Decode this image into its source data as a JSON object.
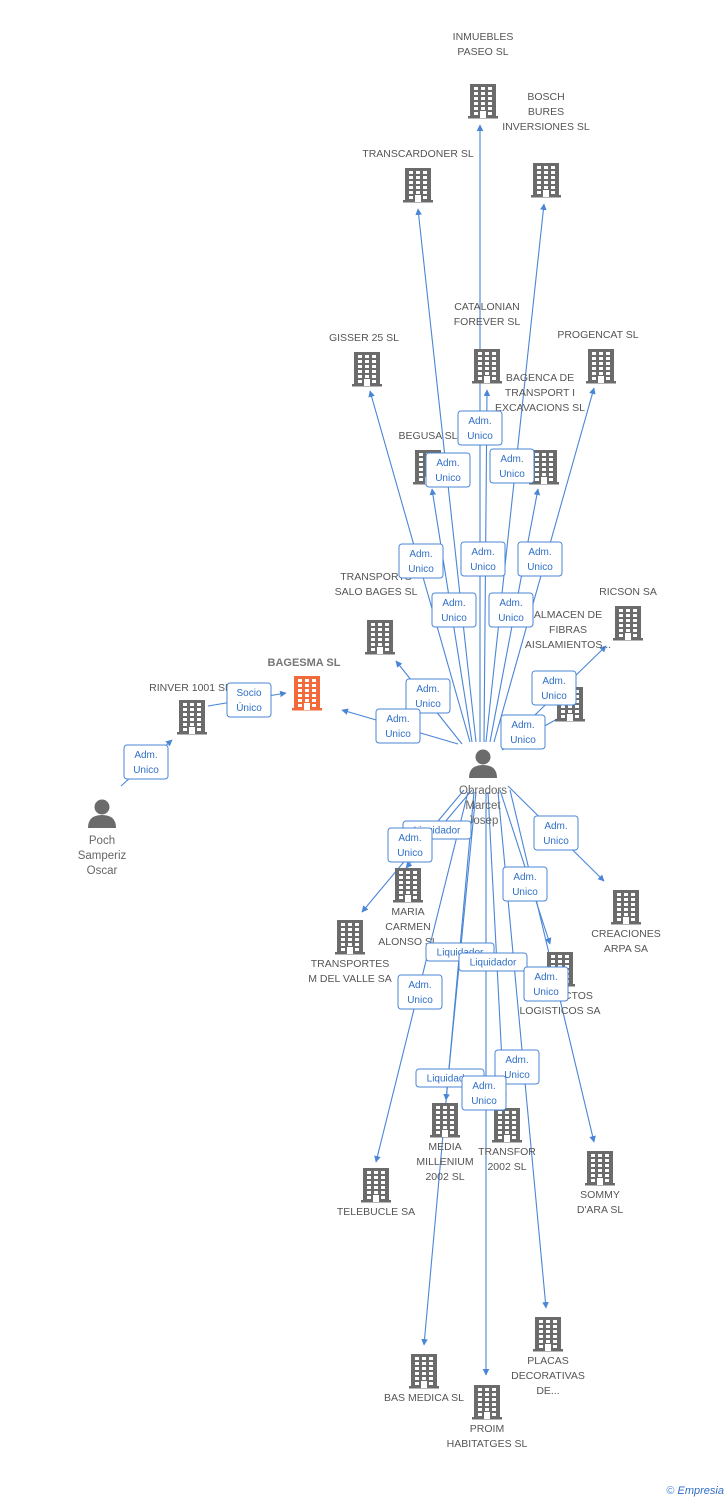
{
  "colors": {
    "edge": "#4a86d6",
    "building": "#6b6b6b",
    "focus": "#f26a3a",
    "person": "#6b6b6b",
    "label": "#555555"
  },
  "companies": [
    {
      "id": "inmuebles",
      "label": [
        "INMUEBLES",
        "PASEO SL"
      ]
    },
    {
      "id": "bosch",
      "label": [
        "BOSCH",
        "BURES",
        "INVERSIONES SL"
      ]
    },
    {
      "id": "transcardoner",
      "label": [
        "TRANSCARDONER SL"
      ]
    },
    {
      "id": "catalonian",
      "label": [
        "CATALONIAN",
        "FOREVER SL"
      ]
    },
    {
      "id": "gisser",
      "label": [
        "GISSER 25 SL"
      ]
    },
    {
      "id": "progencat",
      "label": [
        "PROGENCAT SL"
      ]
    },
    {
      "id": "begusa",
      "label": [
        "BEGUSA SL"
      ]
    },
    {
      "id": "bagenca",
      "label": [
        "BAGENCA DE",
        "TRANSPORT I",
        "EXCAVACIONS SL"
      ]
    },
    {
      "id": "transports_salo",
      "label": [
        "TRANSPORTS",
        "SALO BAGES SL"
      ]
    },
    {
      "id": "ricson",
      "label": [
        "RICSON SA"
      ]
    },
    {
      "id": "almacen",
      "label": [
        "ALMACEN DE",
        "FIBRAS",
        "AISLAMIENTOS..."
      ]
    },
    {
      "id": "bagesma",
      "label": [
        "BAGESMA SL"
      ],
      "focus": true
    },
    {
      "id": "rinver",
      "label": [
        "RINVER 1001 SL"
      ]
    },
    {
      "id": "maria",
      "label": [
        "MARIA",
        "CARMEN",
        "ALONSO SL"
      ]
    },
    {
      "id": "transportes_m",
      "label": [
        "TRANSPORTES",
        "M DEL VALLE SA"
      ]
    },
    {
      "id": "creaciones",
      "label": [
        "CREACIONES",
        "ARPA SA"
      ]
    },
    {
      "id": "proyectos",
      "label": [
        "PROYECTOS",
        "LOGISTICOS SA"
      ]
    },
    {
      "id": "media",
      "label": [
        "MEDIA",
        "MILLENIUM",
        "2002 SL"
      ]
    },
    {
      "id": "transfor",
      "label": [
        "TRANSFOR",
        "2002 SL"
      ]
    },
    {
      "id": "telebucle",
      "label": [
        "TELEBUCLE SA"
      ]
    },
    {
      "id": "sommy",
      "label": [
        "SOMMY",
        "D'ARA SL"
      ]
    },
    {
      "id": "placas",
      "label": [
        "PLACAS",
        "DECORATIVAS",
        "DE..."
      ]
    },
    {
      "id": "bas",
      "label": [
        "BAS MEDICA SL"
      ]
    },
    {
      "id": "proim",
      "label": [
        "PROIM",
        "HABITATGES SL"
      ]
    }
  ],
  "persons": [
    {
      "id": "obradors",
      "label": [
        "Obradors",
        "Marcet",
        "Josep"
      ]
    },
    {
      "id": "poch",
      "label": [
        "Poch",
        "Samperiz",
        "Oscar"
      ]
    }
  ],
  "relations": [
    {
      "from": "obradors",
      "to": "inmuebles",
      "label": [
        "Adm.",
        "Unico"
      ]
    },
    {
      "from": "obradors",
      "to": "bosch",
      "label": [
        "Adm.",
        "Unico"
      ]
    },
    {
      "from": "obradors",
      "to": "transcardoner",
      "label": [
        "Adm.",
        "Unico"
      ]
    },
    {
      "from": "obradors",
      "to": "catalonian",
      "label": [
        "Adm.",
        "Unico"
      ]
    },
    {
      "from": "obradors",
      "to": "gisser",
      "label": [
        "Adm.",
        "Unico"
      ]
    },
    {
      "from": "obradors",
      "to": "progencat",
      "label": [
        "Adm.",
        "Unico"
      ]
    },
    {
      "from": "obradors",
      "to": "begusa",
      "label": [
        "Adm.",
        "Unico"
      ]
    },
    {
      "from": "obradors",
      "to": "bagenca",
      "label": [
        "Adm.",
        "Unico"
      ]
    },
    {
      "from": "obradors",
      "to": "transports_salo",
      "label": [
        "Adm.",
        "Unico"
      ]
    },
    {
      "from": "obradors",
      "to": "ricson",
      "label": [
        "Adm.",
        "Unico"
      ]
    },
    {
      "from": "obradors",
      "to": "almacen",
      "label": [
        "Adm.",
        "Unico"
      ]
    },
    {
      "from": "obradors",
      "to": "bagesma",
      "label": [
        "Adm.",
        "Unico"
      ]
    },
    {
      "from": "poch",
      "to": "rinver",
      "label": [
        "Adm.",
        "Unico"
      ]
    },
    {
      "from": "rinver",
      "to": "bagesma",
      "label": [
        "Socio",
        "Único"
      ]
    },
    {
      "from": "obradors",
      "to": "maria",
      "label": [
        "Liquidador"
      ]
    },
    {
      "from": "obradors",
      "to": "transportes_m",
      "label": [
        "Adm.",
        "Unico"
      ]
    },
    {
      "from": "obradors",
      "to": "creaciones",
      "label": [
        "Adm.",
        "Unico"
      ]
    },
    {
      "from": "obradors",
      "to": "proyectos",
      "label": [
        "Adm.",
        "Unico"
      ]
    },
    {
      "from": "obradors",
      "to": "media",
      "label": [
        "Liquidador"
      ]
    },
    {
      "from": "obradors",
      "to": "transfor",
      "label": [
        "Liquidador"
      ]
    },
    {
      "from": "obradors",
      "to": "telebucle",
      "label": [
        "Adm.",
        "Unico"
      ]
    },
    {
      "from": "obradors",
      "to": "sommy",
      "label": [
        "Adm.",
        "Unico"
      ]
    },
    {
      "from": "obradors",
      "to": "placas",
      "label": [
        "Adm.",
        "Unico"
      ]
    },
    {
      "from": "obradors",
      "to": "bas",
      "label": [
        "Liquidador"
      ]
    },
    {
      "from": "obradors",
      "to": "proim",
      "label": [
        "Adm.",
        "Unico"
      ]
    }
  ],
  "footer": {
    "copyright": "©",
    "brand": "Empresia"
  }
}
